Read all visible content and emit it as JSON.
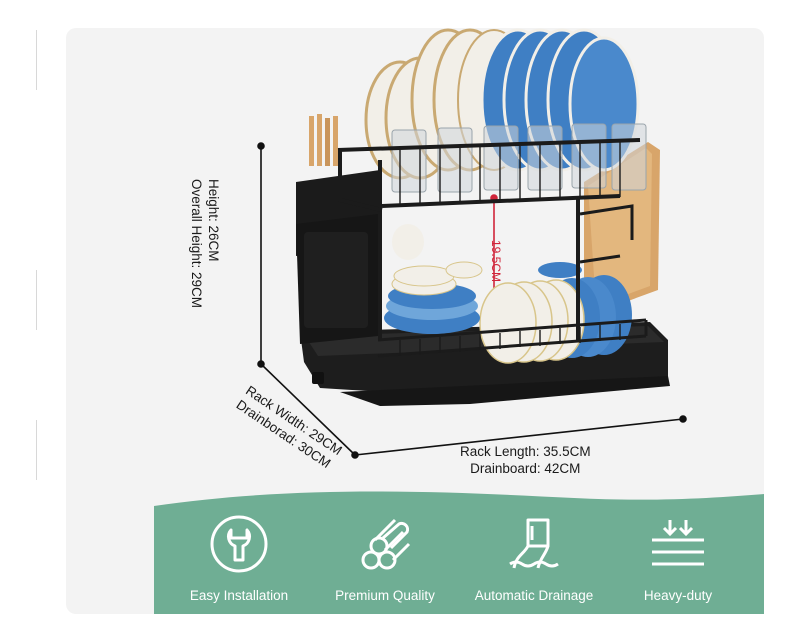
{
  "dimensions": {
    "height_line1": "Height: 26CM",
    "height_line2": "Overall Height: 29CM",
    "width_line1": "Rack Width: 29CM",
    "width_line2": "Drainborad: 30CM",
    "length_line1": "Rack Length: 35.5CM",
    "length_line2": "Drainboard: 42CM",
    "tier_gap": "19.5CM"
  },
  "features": [
    {
      "label": "Easy Installation",
      "icon": "wrench-circle-icon"
    },
    {
      "label": "Premium Quality",
      "icon": "stacked-rods-icon"
    },
    {
      "label": "Automatic Drainage",
      "icon": "drainage-spout-icon"
    },
    {
      "label": "Heavy-duty",
      "icon": "down-arrows-weight-icon"
    }
  ],
  "colors": {
    "band": "#6fae94",
    "frame": "#1b1b1b",
    "plate_blue": "#3f7fc4",
    "plate_white": "#f2efe8",
    "wood": "#d8a56a",
    "accent_red": "#d0243a"
  }
}
